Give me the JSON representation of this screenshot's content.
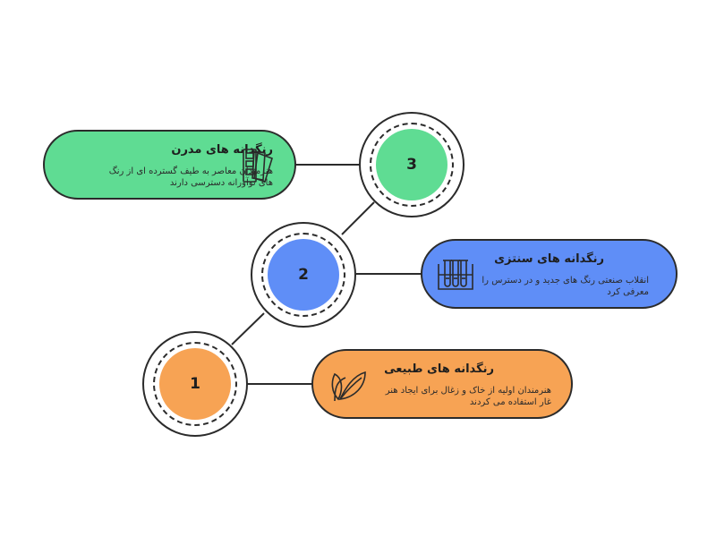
{
  "steps": [
    {
      "number": "3",
      "title": "رنگدانه های مدرن",
      "description": "هنرمندان معاصر به طیف گسترده ای از رنگ های نوآورانه دسترسی دارند",
      "icon": "color-swatch-icon",
      "color": "#5fdc93"
    },
    {
      "number": "2",
      "title": "رنگدانه های سنتزی",
      "description": "انقلاب صنعتی رنگ های جدید و در دسترس را معرفی کرد",
      "icon": "test-tubes-icon",
      "color": "#5f8ef7"
    },
    {
      "number": "1",
      "title": "رنگدانه های طبیعی",
      "description": "هنرمندان اولیه از خاک و زغال برای ایجاد هنر غار استفاده می کردند",
      "icon": "leaf-icon",
      "color": "#f7a354"
    }
  ]
}
